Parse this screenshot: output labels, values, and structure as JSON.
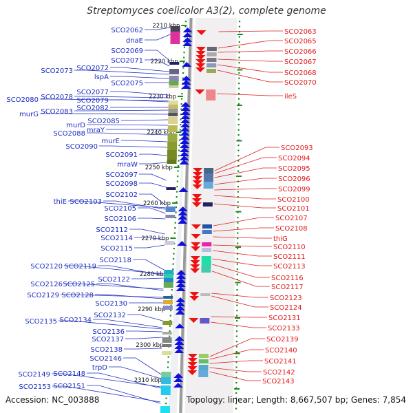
{
  "title": "Streptomyces coelicolor A3(2), complete genome",
  "accession": "Accession: NC_003888",
  "topology": "Topology: linear; Length: 8,667,507 bp; Genes: 7,854",
  "colors": {
    "left_label": "#1c2cbf",
    "right_label": "#e01818",
    "left_arrow": "#1010dd",
    "right_arrow": "#ee1111",
    "dots": "#1a8a1a",
    "backbone": "#9a9a9a",
    "ruler_text": "#111111"
  },
  "ruler": [
    "2210 kbp",
    "2220 kbp",
    "2230 kbp",
    "2240 kbp",
    "2250 kbp",
    "2260 kbp",
    "2270 kbp",
    "2280 kbp",
    "2290 kbp",
    "2300 kbp",
    "2310 kbp"
  ],
  "left_genes": [
    "SCO2062",
    "dnaE",
    "SCO2069",
    "SCO2071",
    "SCO2072",
    "SCO2073",
    "lspA",
    "SCO2075",
    "SCO2077",
    "SCO2078",
    "SCO2080",
    "SCO2079",
    "SCO2082",
    "SCO2083",
    "murG",
    "SCO2085",
    "murD",
    "mraY",
    "SCO2088",
    "murE",
    "SCO2090",
    "SCO2091",
    "mraW",
    "SCO2097",
    "SCO2098",
    "SCO2102",
    "thiE",
    "SCO2103",
    "SCO2105",
    "SCO2106",
    "SCO2112",
    "SCO2114",
    "SCO2115",
    "SCO2118",
    "SCO2120",
    "SCO2119",
    "SCO2122",
    "SCO2126",
    "SCO2125",
    "SCO2129",
    "SCO2128",
    "SCO2130",
    "SCO2132",
    "SCO2134",
    "SCO2135",
    "SCO2136",
    "SCO2137",
    "SCO2138",
    "SCO2146",
    "trpD",
    "SCO2149",
    "SCO2148",
    "SCO2153",
    "SCO2151"
  ],
  "right_genes": [
    "SCO2063",
    "SCO2065",
    "SCO2066",
    "SCO2067",
    "SCO2068",
    "SCO2070",
    "ileS",
    "SCO2093",
    "SCO2094",
    "SCO2095",
    "SCO2096",
    "SCO2099",
    "SCO2100",
    "SCO2101",
    "SCO2107",
    "SCO2108",
    "thiG",
    "SCO2110",
    "SCO2111",
    "SCO2113",
    "SCO2116",
    "SCO2117",
    "SCO2123",
    "SCO2124",
    "SCO2131",
    "SCO2133",
    "SCO2139",
    "SCO2140",
    "SCO2141",
    "SCO2142",
    "SCO2143"
  ]
}
